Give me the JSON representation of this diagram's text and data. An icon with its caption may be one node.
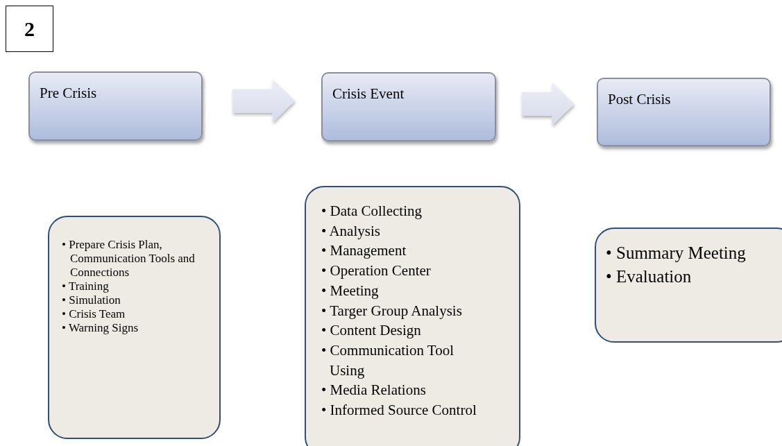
{
  "diagram": {
    "nodes": [
      {
        "text": [
          "2"
        ]
      },
      {
        "text": [
          "Pre Crisis"
        ]
      },
      {
        "text": [
          "Crisis Event"
        ]
      },
      {
        "text": [
          "Post Crisis"
        ]
      },
      {
        "text": [
          "• Prepare  Crisis Plan, Communication Tools and Connections",
          "• Training",
          "• Simulation",
          "• Crisis Team",
          "• Warning Signs"
        ]
      },
      {
        "text": [
          "• Data Collecting",
          "• Analysis",
          "• Management",
          "• Operation Center",
          "• Meeting",
          "• Targer Group Analysis",
          "• Content Design",
          "• Communication Tool Using",
          "• Media Relations",
          "• Informed Source Control"
        ]
      },
      {
        "text": [
          "• Summary Meeting",
          "• Evaluation"
        ]
      }
    ],
    "edges": [
      {
        "from": 1,
        "to": 2,
        "arrow": "to",
        "style": "thick"
      },
      {
        "from": 2,
        "to": 3,
        "arrow": "to",
        "style": "thick"
      }
    ]
  }
}
